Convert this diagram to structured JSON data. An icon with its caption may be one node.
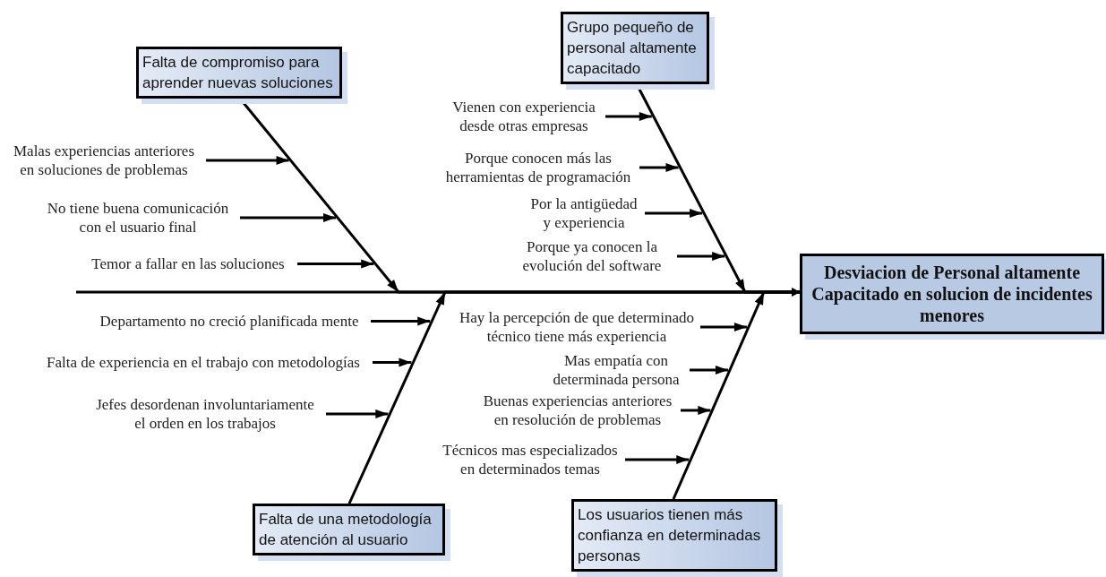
{
  "diagram": {
    "nodes": [
      {
        "text": [
          "Falta de compromiso para aprender nuevas soluciones"
        ]
      },
      {
        "text": [
          "Grupo pequeño de personal altamente capacitado"
        ]
      },
      {
        "text": [
          "Malas experiencias anteriores en soluciones de problemas"
        ]
      },
      {
        "text": [
          "No tiene buena comunicación con el usuario final"
        ]
      },
      {
        "text": [
          "Temor a fallar en las soluciones"
        ]
      },
      {
        "text": [
          "Vienen con experiencia desde otras empresas"
        ]
      },
      {
        "text": [
          "Porque conocen más las herramientas de programación"
        ]
      },
      {
        "text": [
          "Por la antigüedad y experiencia"
        ]
      },
      {
        "text": [
          "Porque ya conocen la evolución del software"
        ]
      },
      {
        "text": [
          "Desviacion de Personal altamente Capacitado en solucion de incidentes menores"
        ]
      },
      {
        "text": [
          "Departamento no creció planificada mente"
        ]
      },
      {
        "text": [
          "Falta de experiencia en el trabajo con metodologías"
        ]
      },
      {
        "text": [
          "Jefes desordenan involuntariamente el orden en los trabajos"
        ]
      },
      {
        "text": [
          "Hay la percepción de que determinado técnico tiene más experiencia"
        ]
      },
      {
        "text": [
          "Mas empatía con determinada persona"
        ]
      },
      {
        "text": [
          "Buenas experiencias anteriores en resolución de problemas"
        ]
      },
      {
        "text": [
          "Técnicos mas especializados en determinados temas"
        ]
      },
      {
        "text": [
          "Falta de una metodología de atención al usuario"
        ]
      },
      {
        "text": [
          "Los usuarios tienen más confianza en determinadas personas"
        ]
      }
    ],
    "edges": [
      {
        "from": null,
        "to": 9,
        "arrow": "to"
      },
      {
        "from": 0,
        "to": 9,
        "arrow": "to"
      },
      {
        "from": 1,
        "to": 9,
        "arrow": "to"
      },
      {
        "from": 17,
        "to": 9,
        "arrow": "to"
      },
      {
        "from": 18,
        "to": 9,
        "arrow": "to"
      },
      {
        "from": 2,
        "to": null,
        "arrow": "to"
      },
      {
        "from": 3,
        "to": null,
        "arrow": "to"
      },
      {
        "from": 4,
        "to": null,
        "arrow": "to"
      },
      {
        "from": 5,
        "to": null,
        "arrow": "to"
      },
      {
        "from": 6,
        "to": null,
        "arrow": "to"
      },
      {
        "from": 7,
        "to": null,
        "arrow": "to"
      },
      {
        "from": 8,
        "to": null,
        "arrow": "to"
      },
      {
        "from": 10,
        "to": null,
        "arrow": "to"
      },
      {
        "from": 11,
        "to": null,
        "arrow": "to"
      },
      {
        "from": 12,
        "to": null,
        "arrow": "to"
      },
      {
        "from": 13,
        "to": null,
        "arrow": "to"
      },
      {
        "from": 14,
        "to": null,
        "arrow": "to"
      },
      {
        "from": 15,
        "to": null,
        "arrow": "to"
      },
      {
        "from": 16,
        "to": null,
        "arrow": "to"
      }
    ]
  }
}
